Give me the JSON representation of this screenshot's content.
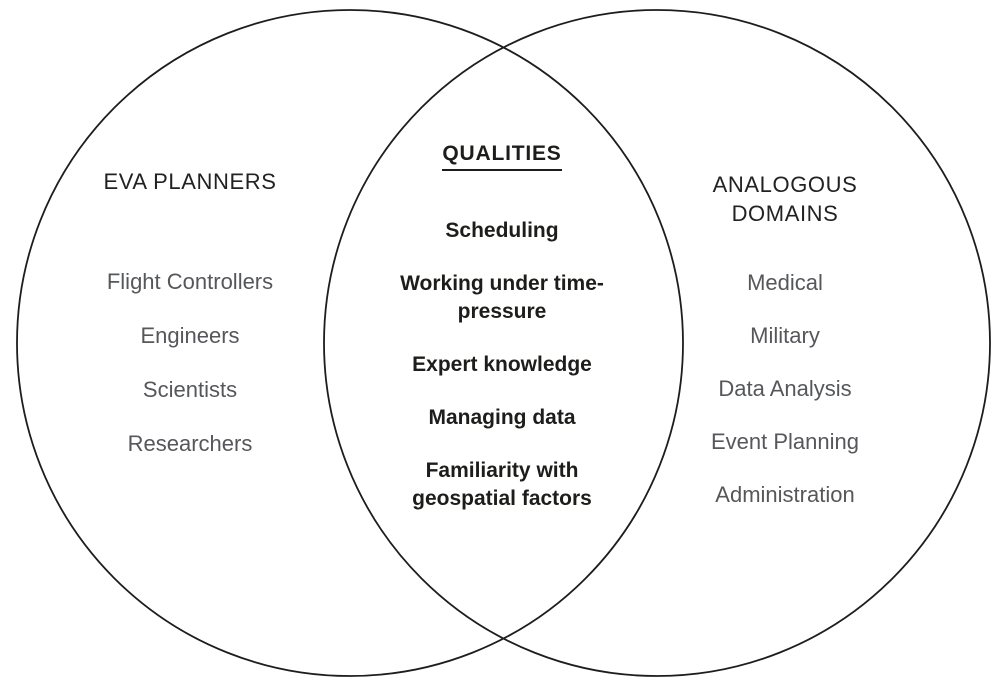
{
  "diagram": {
    "type": "venn",
    "background_color": "#ffffff",
    "circle_stroke_color": "#1d1d1b",
    "title_text_color": "#232222",
    "item_text_color": "#56575a",
    "center_text_color": "#1d1d1b",
    "left": {
      "title": "EVA PLANNERS",
      "items": [
        "Flight Controllers",
        "Engineers",
        "Scientists",
        "Researchers"
      ]
    },
    "center": {
      "title": "QUALITIES",
      "items": [
        "Scheduling",
        "Working under time-pressure",
        "Expert knowledge",
        "Managing data",
        "Familiarity with geospatial factors"
      ]
    },
    "right": {
      "title": "ANALOGOUS DOMAINS",
      "items": [
        "Medical",
        "Military",
        "Data Analysis",
        "Event Planning",
        "Administration"
      ]
    }
  }
}
